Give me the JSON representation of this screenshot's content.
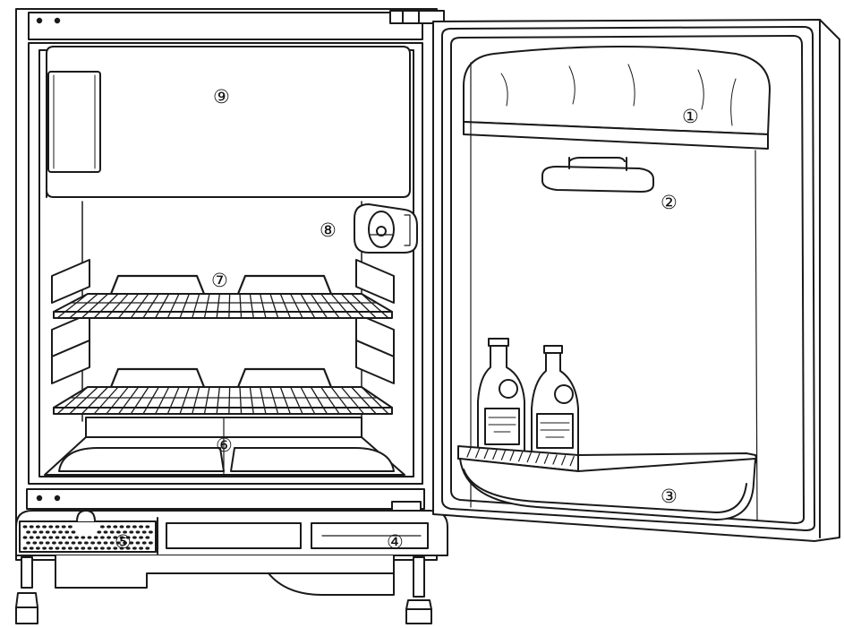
{
  "diagram": {
    "subject": "built-in under-counter refrigerator, door open",
    "stroke_color": "#1a1a1a",
    "fill_color": "#ffffff",
    "shade_color": "#f2f2f2",
    "callouts": [
      {
        "id": "1",
        "text": "①"
      },
      {
        "id": "2",
        "text": "②"
      },
      {
        "id": "3",
        "text": "③"
      },
      {
        "id": "4",
        "text": "④"
      },
      {
        "id": "5",
        "text": "⑤"
      },
      {
        "id": "6",
        "text": "⑥"
      },
      {
        "id": "7",
        "text": "⑦"
      },
      {
        "id": "8",
        "text": "⑧"
      },
      {
        "id": "9",
        "text": "⑨"
      }
    ]
  }
}
